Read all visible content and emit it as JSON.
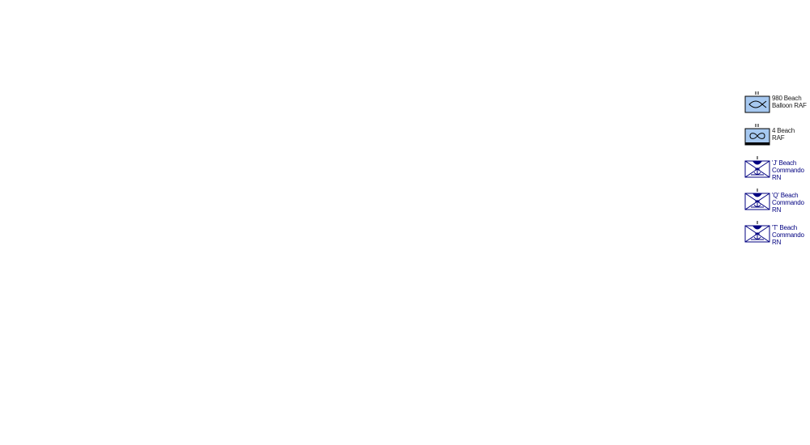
{
  "units": [
    {
      "id": "u980",
      "service": "raf",
      "echelon": "II",
      "symbol": "balloon-icon",
      "label": "980 Beach\nBalloon RAF"
    },
    {
      "id": "u4",
      "service": "raf",
      "echelon": "II",
      "symbol": "infinity-icon",
      "label": "4 Beach\nRAF"
    },
    {
      "id": "uJ",
      "service": "rn",
      "echelon": "I",
      "symbol": "beach-anchor-icon",
      "label": "'J' Beach\nCommando\nRN"
    },
    {
      "id": "uQ",
      "service": "rn",
      "echelon": "I",
      "symbol": "beach-anchor-icon",
      "label": "'Q' Beach\nCommando\nRN"
    },
    {
      "id": "uT",
      "service": "rn",
      "echelon": "I",
      "symbol": "beach-anchor-icon",
      "label": "'T' Beach\nCommando\nRN"
    }
  ],
  "colors": {
    "raf_fill": "#a6c8f0",
    "rn_frame": "#000080",
    "label_rn": "#000080",
    "label_raf": "#1a1a1a"
  }
}
